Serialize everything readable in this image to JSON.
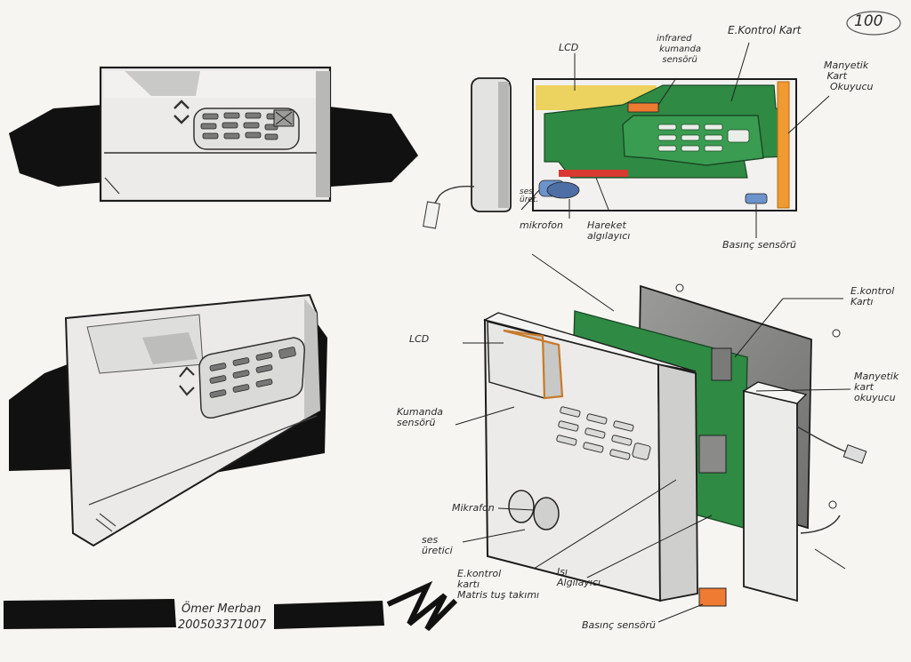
{
  "page_number": "100",
  "labels": {
    "lcd_top": "LCD",
    "infrared": "infrared\n kumanda\n  sensörü",
    "e_kontrol_top": "E.Kontrol Kart",
    "manyetik_top": "Manyetik\n Kart\n  Okuyucu",
    "ses_uretici_top": "ses\nüret.",
    "mikrofon_top": "mikrofon",
    "hareket": "Hareket\nalgılayıcı",
    "basinc_top": "Basınç sensörü",
    "lcd_bottom": "LCD",
    "e_kontrol_bottom": "E.kontrol\nKartı",
    "kumanda_sensor": "Kumanda\nsensörü",
    "manyetik_bottom": "Manyetik\nkart\nokuyucu",
    "mikrofon_bottom": "Mikrafon",
    "ses_uretici_bottom": "ses\nüretici",
    "e_kontrol_matris": "E.kontrol\nkartı\nMatris tuş takımı",
    "isi_algilayici": "Isı\nAlgılayıcı",
    "basinc_bottom": "Basınç sensörü"
  },
  "signature": {
    "name": "Ömer Merban",
    "id": "200503371007"
  },
  "colors": {
    "paper": "#f6f5f2",
    "ink": "#1c1c1c",
    "pcb_green": "#2f8a44",
    "lcd_yellow": "#ecd25e",
    "reader_orange": "#ef9a32",
    "sensor_red": "#d83a32",
    "sensor_blue": "#6c93cc",
    "device_grey": "#d9d9d7"
  }
}
